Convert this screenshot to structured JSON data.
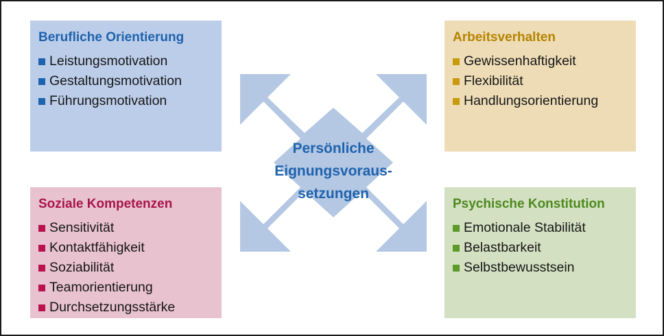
{
  "center": {
    "lines": [
      "Persönliche",
      "Eignungsvoraus-",
      "setzungen"
    ],
    "color": "#1e63ad"
  },
  "arrow_color": "#b4c7e3",
  "boxes": {
    "top_left": {
      "title": "Berufliche Orientierung",
      "title_color": "#1e63ad",
      "bullet_color": "#1e63ad",
      "fill": "#bccde9",
      "items": [
        "Leistungsmotivation",
        "Gestaltungsmotivation",
        "Führungsmotivation"
      ]
    },
    "top_right": {
      "title": "Arbeitsverhalten",
      "title_color": "#b58400",
      "bullet_color": "#c89a0c",
      "fill": "#eddcb6",
      "items": [
        "Gewissenhaftigkeit",
        "Flexibilität",
        "Handlungsorientierung"
      ]
    },
    "bottom_left": {
      "title": "Soziale Kompetenzen",
      "title_color": "#a8154b",
      "bullet_color": "#b8134f",
      "fill": "#e8c2ce",
      "items": [
        "Sensitivität",
        "Kontaktfähigkeit",
        "Soziabilität",
        "Teamorientierung",
        "Durchsetzungsstärke"
      ]
    },
    "bottom_right": {
      "title": "Psychische Konstitution",
      "title_color": "#4d8a1e",
      "bullet_color": "#5c9a2a",
      "fill": "#d4e0c2",
      "items": [
        "Emotionale Stabilität",
        "Belastbarkeit",
        "Selbstbewusstsein"
      ]
    }
  }
}
